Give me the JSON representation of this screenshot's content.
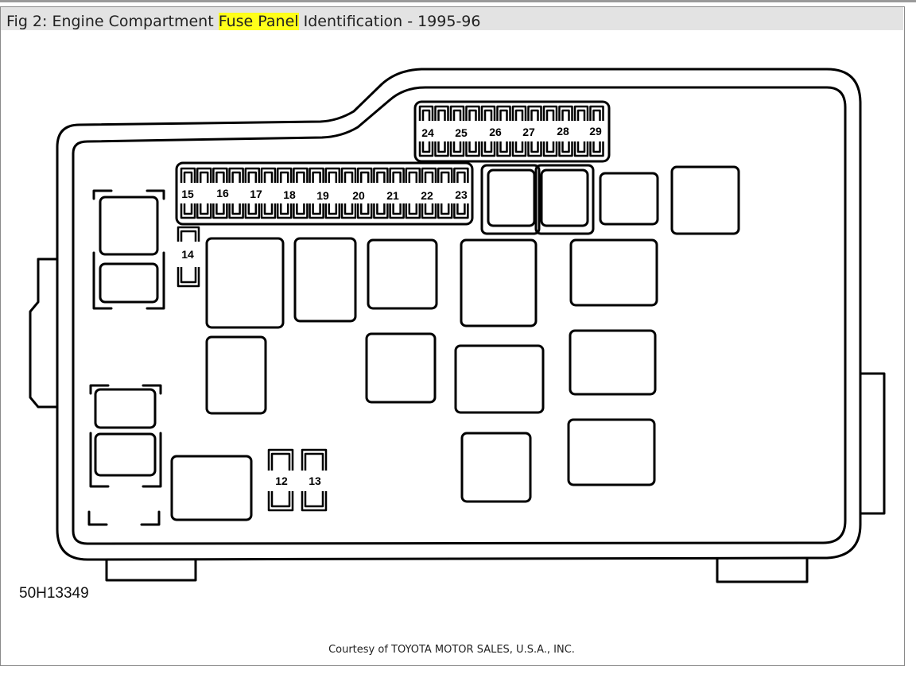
{
  "header": {
    "title_pre": "Fig 2: Engine Compartment ",
    "title_highlight": "Fuse Panel",
    "title_post": " Identification - 1995-96",
    "highlight_color": "#ffff1a"
  },
  "figure": {
    "figure_id": "50H13349",
    "credit": "Courtesy of TOYOTA MOTOR SALES, U.S.A., INC."
  },
  "fuse_numbers": {
    "f12": "12",
    "f13": "13",
    "f14": "14",
    "f15": "15",
    "f16": "16",
    "f17": "17",
    "f18": "18",
    "f19": "19",
    "f20": "20",
    "f21": "21",
    "f22": "22",
    "f23": "23",
    "f24": "24",
    "f25": "25",
    "f26": "26",
    "f27": "27",
    "f28": "28",
    "f29": "29"
  }
}
